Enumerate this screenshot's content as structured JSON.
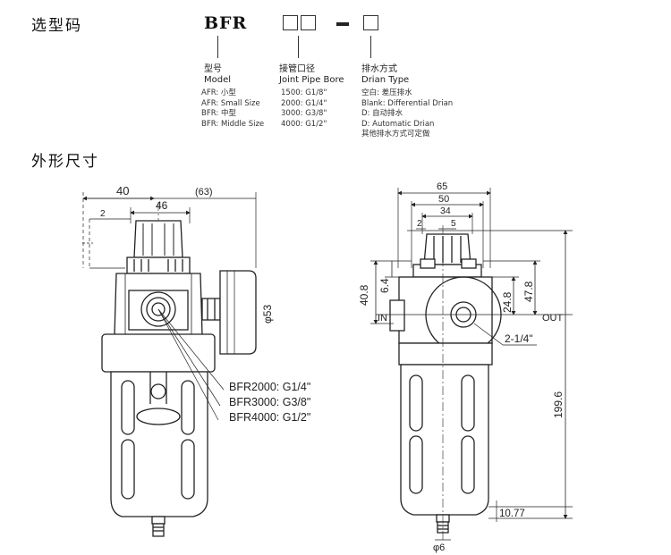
{
  "selection": {
    "heading": "选型码",
    "model_code": "BFR",
    "separator": "-",
    "columns": [
      {
        "title_cn": "型号",
        "title_en": "Model",
        "items": [
          {
            "key": "AFR:",
            "value": "小型"
          },
          {
            "key": "AFR:",
            "value": "Small Size"
          },
          {
            "key": "BFR:",
            "value": "中型"
          },
          {
            "key": "BFR:",
            "value": "Middle Size"
          }
        ]
      },
      {
        "title_cn": "接管口径",
        "title_en": "Joint Pipe Bore",
        "items": [
          {
            "key": "1500:",
            "value": "G1/8\""
          },
          {
            "key": "2000:",
            "value": "G1/4\""
          },
          {
            "key": "3000:",
            "value": "G3/8\""
          },
          {
            "key": "4000:",
            "value": "G1/2\""
          }
        ]
      },
      {
        "title_cn": "排水方式",
        "title_en": "Drian Type",
        "items": [
          {
            "key": "空白:",
            "value": "差压排水"
          },
          {
            "key": "Blank:",
            "value": "Differential Drian"
          },
          {
            "key": "D:",
            "value": "自动排水"
          },
          {
            "key": "D:",
            "value": "Automatic Drian"
          },
          {
            "key": "",
            "value": "其他排水方式可定做"
          }
        ]
      }
    ]
  },
  "dimensions": {
    "heading": "外形尺寸",
    "front": {
      "d40": "40",
      "d63": "(63)",
      "d46": "46",
      "d2": "2",
      "phi53": "φ53",
      "port_labels": [
        "BFR2000: G1/4\"",
        "BFR3000: G3/8\"",
        "BFR4000: G1/2\""
      ]
    },
    "side": {
      "d65": "65",
      "d50": "50",
      "d34": "34",
      "d2": "2",
      "d5": "5",
      "d408": "40.8",
      "d64": "6.4",
      "d248": "24.8",
      "d478": "47.8",
      "in_label": "IN",
      "out_label": "OUT",
      "thread": "2-1/4\"",
      "d1996": "199.6",
      "d1077": "10.77",
      "phi6": "φ6"
    }
  }
}
